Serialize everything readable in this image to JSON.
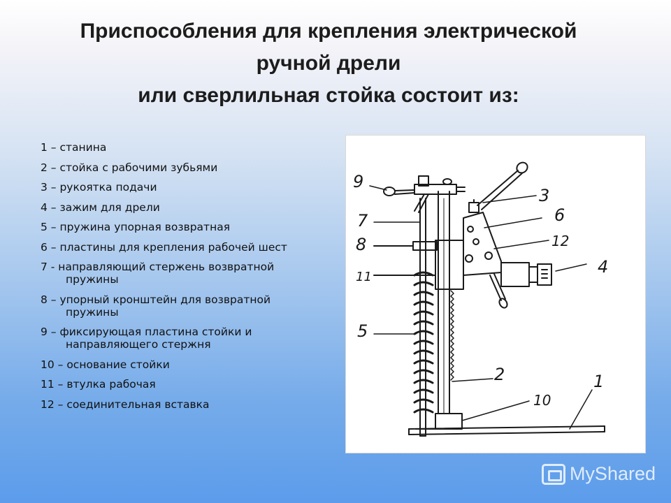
{
  "title": {
    "line1": "Приспособления для крепления электрической",
    "line2": "ручной дрели",
    "line3": "или сверлильная стойка состоит из:"
  },
  "parts": [
    {
      "text": "1 – станина"
    },
    {
      "text": "2 – стойка с рабочими зубьями"
    },
    {
      "text": "3 – рукоятка подачи"
    },
    {
      "text": "4 – зажим для дрели"
    },
    {
      "text": "5 – пружина упорная возвратная"
    },
    {
      "text": "6 – пластины для крепления рабочей шест"
    },
    {
      "text": "7 - направляющий стержень возвратной",
      "cont": "пружины"
    },
    {
      "text": "8 – упорный кронштейн для возвратной",
      "cont": "пружины"
    },
    {
      "text": "9 – фиксирующая пластина стойки и",
      "cont": "направляющего стержня"
    },
    {
      "text": "10 – основание стойки"
    },
    {
      "text": "11 – втулка рабочая"
    },
    {
      "text": "12 – соединительная вставка"
    }
  ],
  "figure_labels": {
    "l1": "1",
    "l2": "2",
    "l3": "3",
    "l4": "4",
    "l5": "5",
    "l6": "6",
    "l7": "7",
    "l8": "8",
    "l9": "9",
    "l10": "10",
    "l11": "11",
    "l12": "12"
  },
  "watermark": "MyShared",
  "colors": {
    "ink": "#1a1a1a",
    "background_bottom": "#5c9ceb"
  }
}
